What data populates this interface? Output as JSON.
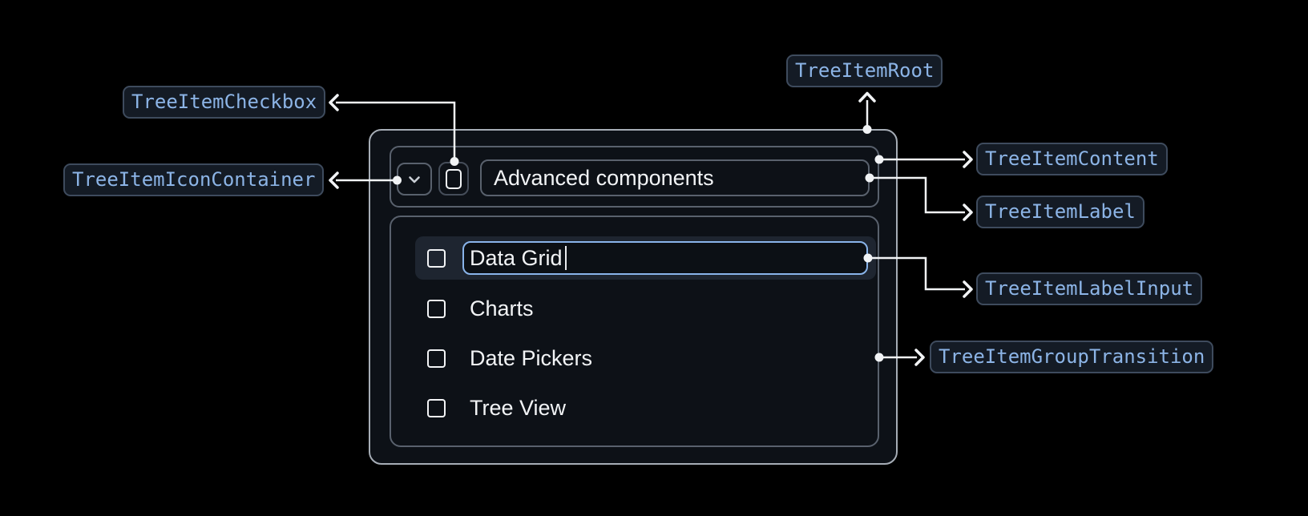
{
  "badges": {
    "root": "TreeItemRoot",
    "checkbox": "TreeItemCheckbox",
    "icon_container": "TreeItemIconContainer",
    "content": "TreeItemContent",
    "label": "TreeItemLabel",
    "label_input": "TreeItemLabelInput",
    "group_transition": "TreeItemGroupTransition"
  },
  "tree": {
    "parent_item": {
      "label": "Advanced components"
    },
    "editing_item": {
      "value": "Data Grid"
    },
    "items": [
      "Charts",
      "Date Pickers",
      "Tree View"
    ]
  },
  "icons": {
    "expand": "chevron-down-icon",
    "checkbox": "checkbox-unchecked-icon"
  },
  "colors": {
    "page_bg": "#000000",
    "root_bg": "#0d1117",
    "root_border": "#a6adb6",
    "panel_border": "#59616d",
    "row_highlight_bg": "#1e2530",
    "input_focus_border": "#89b4ea",
    "badge_bg": "#141b25",
    "badge_border": "#3e4b5d",
    "badge_text": "#8cb4e6",
    "connector": "#f1f3f5",
    "text": "#f2f4f6"
  }
}
